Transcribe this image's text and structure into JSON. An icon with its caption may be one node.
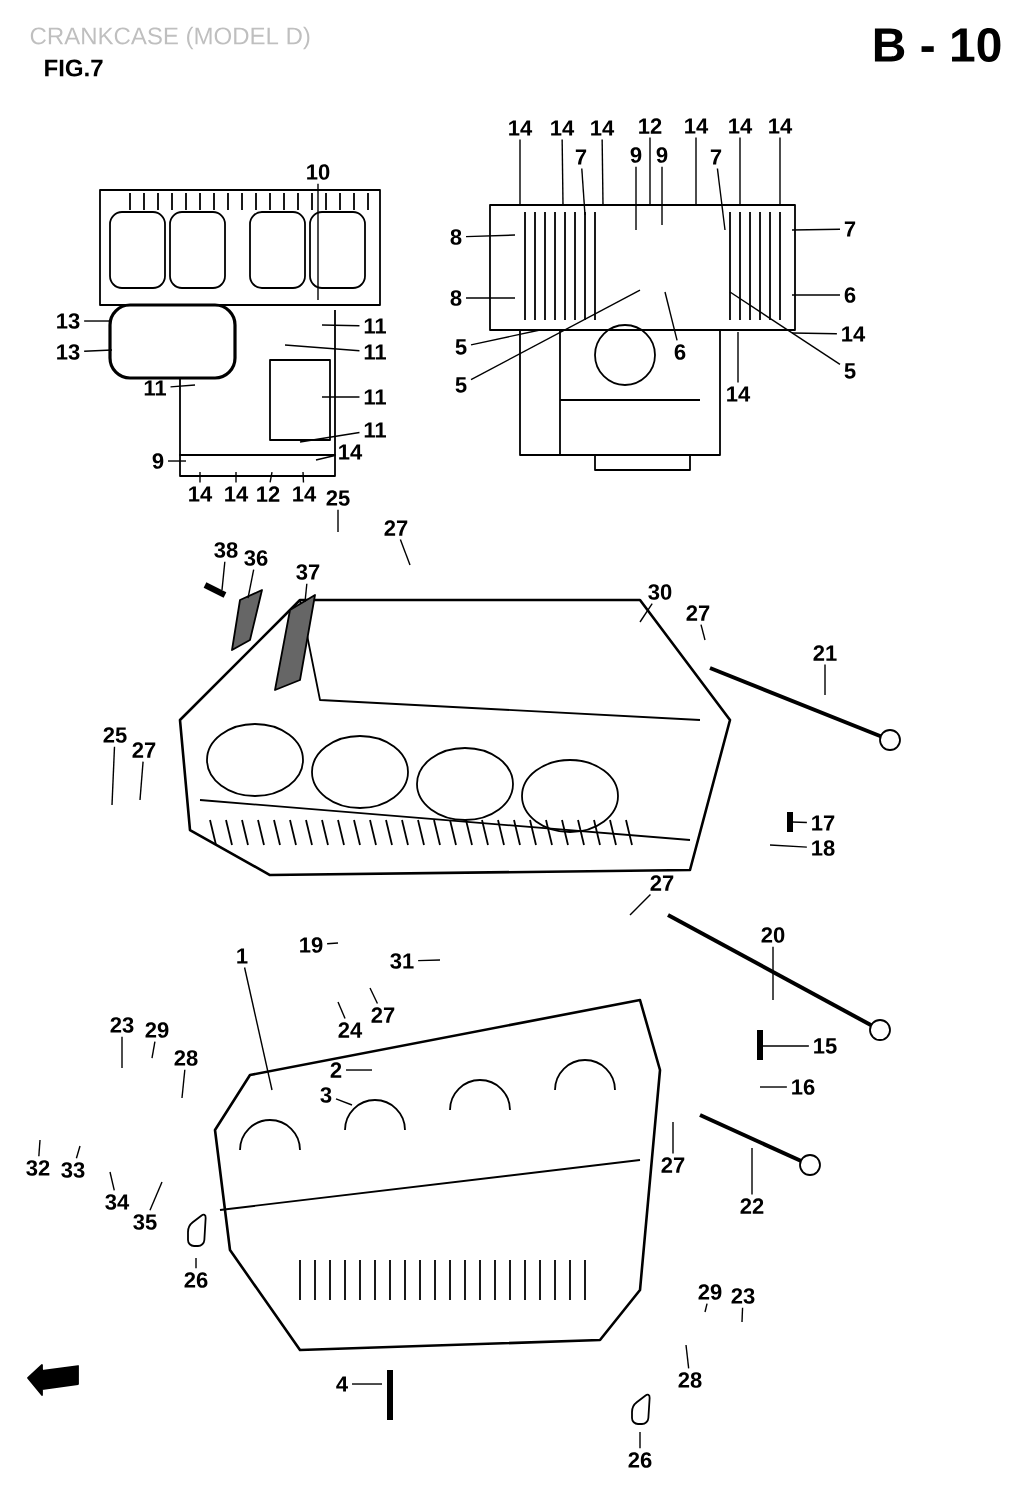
{
  "diagram": {
    "title": "CRANKCASE (MODEL D)",
    "nodes": [
      {
        "text": [
          "10"
        ]
      },
      {
        "text": [
          "13"
        ]
      },
      {
        "text": [
          "13"
        ]
      },
      {
        "text": [
          "11"
        ]
      },
      {
        "text": [
          "11"
        ]
      },
      {
        "text": [
          "11"
        ]
      },
      {
        "text": [
          "11"
        ]
      },
      {
        "text": [
          "11"
        ]
      },
      {
        "text": [
          "9"
        ]
      },
      {
        "text": [
          "14"
        ]
      },
      {
        "text": [
          "14"
        ]
      },
      {
        "text": [
          "14"
        ]
      },
      {
        "text": [
          "12"
        ]
      },
      {
        "text": [
          "14"
        ]
      },
      {
        "text": [
          "25"
        ]
      },
      {
        "text": [
          "14"
        ]
      },
      {
        "text": [
          "14"
        ]
      },
      {
        "text": [
          "14"
        ]
      },
      {
        "text": [
          "12"
        ]
      },
      {
        "text": [
          "14"
        ]
      },
      {
        "text": [
          "14"
        ]
      },
      {
        "text": [
          "14"
        ]
      },
      {
        "text": [
          "7"
        ]
      },
      {
        "text": [
          "9"
        ]
      },
      {
        "text": [
          "9"
        ]
      },
      {
        "text": [
          "7"
        ]
      },
      {
        "text": [
          "8"
        ]
      },
      {
        "text": [
          "8"
        ]
      },
      {
        "text": [
          "7"
        ]
      },
      {
        "text": [
          "6"
        ]
      },
      {
        "text": [
          "5"
        ]
      },
      {
        "text": [
          "5"
        ]
      },
      {
        "text": [
          "6"
        ]
      },
      {
        "text": [
          "14"
        ]
      },
      {
        "text": [
          "5"
        ]
      },
      {
        "text": [
          "14"
        ]
      },
      {
        "text": [
          "27"
        ]
      },
      {
        "text": [
          "38"
        ]
      },
      {
        "text": [
          "36"
        ]
      },
      {
        "text": [
          "37"
        ]
      },
      {
        "text": [
          "30"
        ]
      },
      {
        "text": [
          "27"
        ]
      },
      {
        "text": [
          "21"
        ]
      },
      {
        "text": [
          "25"
        ]
      },
      {
        "text": [
          "27"
        ]
      },
      {
        "text": [
          "17"
        ]
      },
      {
        "text": [
          "18"
        ]
      },
      {
        "text": [
          "27"
        ]
      },
      {
        "text": [
          "20"
        ]
      },
      {
        "text": [
          "19"
        ]
      },
      {
        "text": [
          "31"
        ]
      },
      {
        "text": [
          "1"
        ]
      },
      {
        "text": [
          "24"
        ]
      },
      {
        "text": [
          "27"
        ]
      },
      {
        "text": [
          "23"
        ]
      },
      {
        "text": [
          "29"
        ]
      },
      {
        "text": [
          "28"
        ]
      },
      {
        "text": [
          "2"
        ]
      },
      {
        "text": [
          "3"
        ]
      },
      {
        "text": [
          "15"
        ]
      },
      {
        "text": [
          "16"
        ]
      },
      {
        "text": [
          "27"
        ]
      },
      {
        "text": [
          "22"
        ]
      },
      {
        "text": [
          "32"
        ]
      },
      {
        "text": [
          "33"
        ]
      },
      {
        "text": [
          "34"
        ]
      },
      {
        "text": [
          "35"
        ]
      },
      {
        "text": [
          "26"
        ]
      },
      {
        "text": [
          "29"
        ]
      },
      {
        "text": [
          "23"
        ]
      },
      {
        "text": [
          "28"
        ]
      },
      {
        "text": [
          "4"
        ]
      },
      {
        "text": [
          "26"
        ]
      }
    ],
    "edges": [
      {
        "from": 0,
        "to": null,
        "arrow": "none"
      },
      {
        "from": 1,
        "to": null,
        "arrow": "none"
      },
      {
        "from": 2,
        "to": null,
        "arrow": "none"
      },
      {
        "from": 3,
        "to": null,
        "arrow": "none"
      },
      {
        "from": 4,
        "to": null,
        "arrow": "none"
      },
      {
        "from": 5,
        "to": null,
        "arrow": "none"
      },
      {
        "from": 6,
        "to": null,
        "arrow": "none"
      },
      {
        "from": 7,
        "to": null,
        "arrow": "none"
      },
      {
        "from": 8,
        "to": null,
        "arrow": "none"
      },
      {
        "from": 9,
        "to": null,
        "arrow": "none"
      },
      {
        "from": 10,
        "to": null,
        "arrow": "none"
      },
      {
        "from": 11,
        "to": null,
        "arrow": "none"
      },
      {
        "from": 12,
        "to": null,
        "arrow": "none"
      },
      {
        "from": 13,
        "to": null,
        "arrow": "none"
      },
      {
        "from": 14,
        "to": null,
        "arrow": "none"
      },
      {
        "from": 15,
        "to": null,
        "arrow": "none"
      },
      {
        "from": 16,
        "to": null,
        "arrow": "none"
      },
      {
        "from": 17,
        "to": null,
        "arrow": "none"
      },
      {
        "from": 18,
        "to": null,
        "arrow": "none"
      },
      {
        "from": 19,
        "to": null,
        "arrow": "none"
      },
      {
        "from": 20,
        "to": null,
        "arrow": "none"
      },
      {
        "from": 21,
        "to": null,
        "arrow": "none"
      },
      {
        "from": 22,
        "to": null,
        "arrow": "none"
      },
      {
        "from": 23,
        "to": null,
        "arrow": "none"
      },
      {
        "from": 24,
        "to": null,
        "arrow": "none"
      },
      {
        "from": 25,
        "to": null,
        "arrow": "none"
      },
      {
        "from": 26,
        "to": null,
        "arrow": "none"
      },
      {
        "from": 27,
        "to": null,
        "arrow": "none"
      },
      {
        "from": 28,
        "to": null,
        "arrow": "none"
      },
      {
        "from": 29,
        "to": null,
        "arrow": "none"
      },
      {
        "from": 30,
        "to": null,
        "arrow": "none"
      },
      {
        "from": 31,
        "to": null,
        "arrow": "none"
      },
      {
        "from": 32,
        "to": null,
        "arrow": "none"
      },
      {
        "from": 33,
        "to": null,
        "arrow": "none"
      },
      {
        "from": 34,
        "to": null,
        "arrow": "none"
      },
      {
        "from": 35,
        "to": null,
        "arrow": "none"
      },
      {
        "from": 36,
        "to": null,
        "arrow": "none"
      },
      {
        "from": 37,
        "to": null,
        "arrow": "none"
      },
      {
        "from": 38,
        "to": null,
        "arrow": "none"
      },
      {
        "from": 39,
        "to": null,
        "arrow": "none"
      },
      {
        "from": 40,
        "to": null,
        "arrow": "none"
      },
      {
        "from": 41,
        "to": null,
        "arrow": "none"
      },
      {
        "from": 42,
        "to": null,
        "arrow": "none"
      },
      {
        "from": 43,
        "to": null,
        "arrow": "none"
      },
      {
        "from": 44,
        "to": null,
        "arrow": "none"
      },
      {
        "from": 45,
        "to": null,
        "arrow": "none"
      },
      {
        "from": 46,
        "to": null,
        "arrow": "none"
      },
      {
        "from": 47,
        "to": null,
        "arrow": "none"
      },
      {
        "from": 48,
        "to": null,
        "arrow": "none"
      },
      {
        "from": 49,
        "to": null,
        "arrow": "none"
      },
      {
        "from": 50,
        "to": null,
        "arrow": "none"
      },
      {
        "from": 51,
        "to": null,
        "arrow": "none"
      },
      {
        "from": 52,
        "to": null,
        "arrow": "none"
      },
      {
        "from": 53,
        "to": null,
        "arrow": "none"
      },
      {
        "from": 54,
        "to": null,
        "arrow": "none"
      },
      {
        "from": 55,
        "to": null,
        "arrow": "none"
      },
      {
        "from": 56,
        "to": null,
        "arrow": "none"
      },
      {
        "from": 57,
        "to": null,
        "arrow": "none"
      },
      {
        "from": 58,
        "to": null,
        "arrow": "none"
      },
      {
        "from": 59,
        "to": null,
        "arrow": "none"
      },
      {
        "from": 60,
        "to": null,
        "arrow": "none"
      },
      {
        "from": 61,
        "to": null,
        "arrow": "none"
      },
      {
        "from": 62,
        "to": null,
        "arrow": "none"
      },
      {
        "from": 63,
        "to": null,
        "arrow": "none"
      },
      {
        "from": 64,
        "to": null,
        "arrow": "none"
      },
      {
        "from": 65,
        "to": null,
        "arrow": "none"
      },
      {
        "from": 66,
        "to": null,
        "arrow": "none"
      },
      {
        "from": 67,
        "to": null,
        "arrow": "none"
      },
      {
        "from": 68,
        "to": null,
        "arrow": "none"
      },
      {
        "from": 69,
        "to": null,
        "arrow": "none"
      },
      {
        "from": 70,
        "to": null,
        "arrow": "none"
      },
      {
        "from": 71,
        "to": null,
        "arrow": "none"
      },
      {
        "from": 72,
        "to": null,
        "arrow": "none"
      }
    ],
    "labels": [
      "FIG.7",
      "B - 10"
    ]
  }
}
